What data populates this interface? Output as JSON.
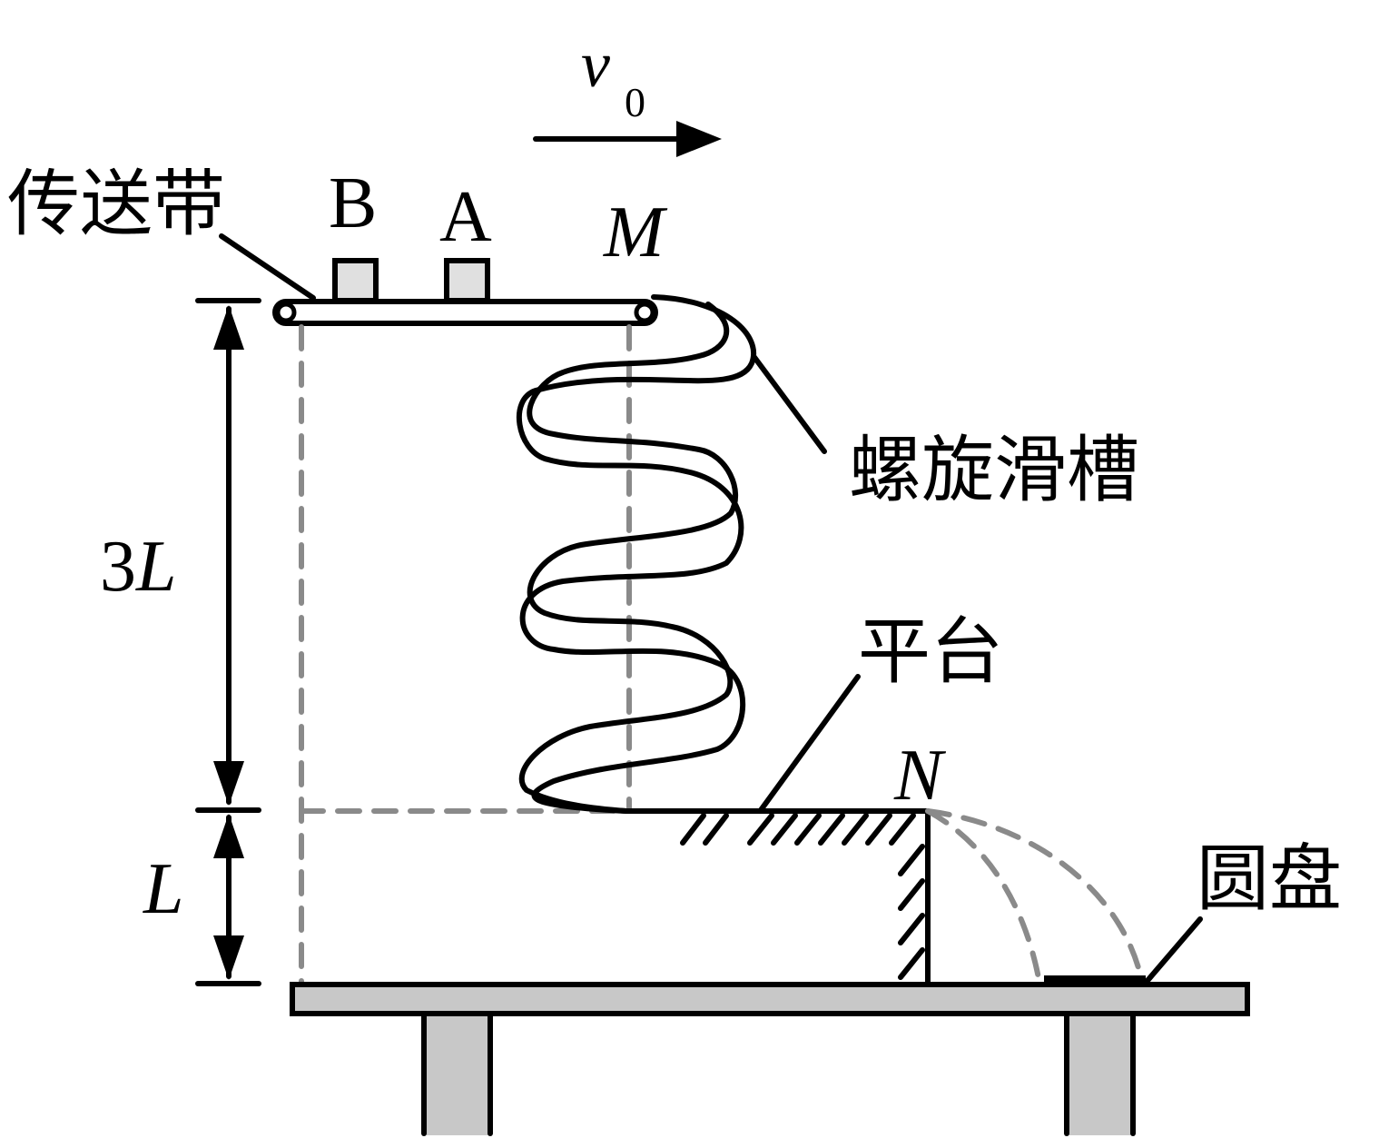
{
  "labels": {
    "conveyor": "传送带",
    "block_b": "B",
    "block_a": "A",
    "point_m": "M",
    "point_n": "N",
    "velocity_symbol": "v",
    "velocity_subscript": "0",
    "spiral_chute": "螺旋滑槽",
    "platform": "平台",
    "disc": "圆盘",
    "height_upper": "3L",
    "height_upper_coef": "3",
    "height_upper_var": "L",
    "height_lower": "L"
  },
  "colors": {
    "line": "#000000",
    "dashed": "#8a8a8a",
    "block_fill": "#e0e0e0",
    "table_fill": "#c8c8c8"
  }
}
